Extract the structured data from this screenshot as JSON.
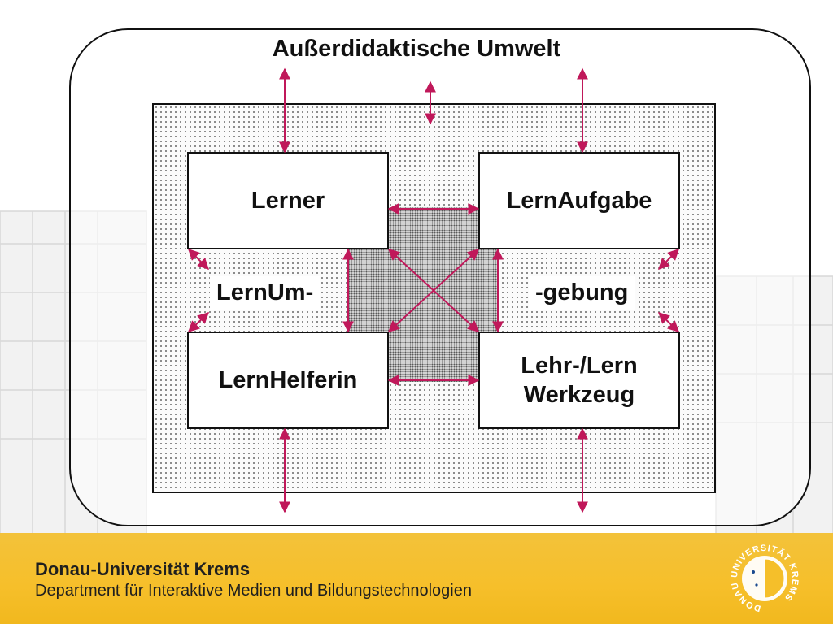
{
  "diagram": {
    "title": "Außerdidaktische Umwelt",
    "boxes": {
      "lerner": "Lerner",
      "aufgabe": "LernAufgabe",
      "helferin": "LernHelferin",
      "werkzeug_line1": "Lehr-/Lern",
      "werkzeug_line2": "Werkzeug"
    },
    "labels": {
      "um": "LernUm-",
      "gebung": "-gebung"
    },
    "colors": {
      "arrow": "#c0185a",
      "footer": "#f5bf2a"
    }
  },
  "footer": {
    "institution": "Donau-Universität Krems",
    "department": "Department für Interaktive Medien und Bildungstechnologien"
  },
  "logo": {
    "ring_text": "DONAU UNIVERSITÄT KREMS"
  }
}
